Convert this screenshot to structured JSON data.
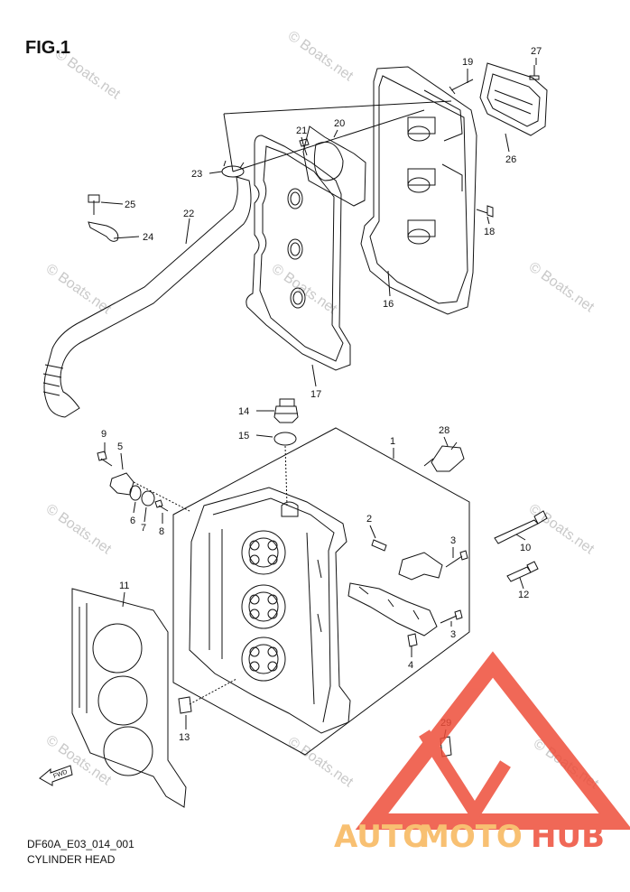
{
  "figure": {
    "title": "FIG.1",
    "code": "DF60A_E03_014_001",
    "caption": "CYLINDER HEAD",
    "fwd_label": "FWD"
  },
  "watermark": {
    "text": "© Boats.net"
  },
  "brand": {
    "word_part1": "AUTO",
    "word_part2": "MOTO",
    "word_part3": "HUB",
    "color_light": "#f7b65a",
    "color_dark": "#ee4e3a"
  },
  "callouts": [
    "1",
    "2",
    "3",
    "3",
    "4",
    "5",
    "6",
    "7",
    "8",
    "9",
    "10",
    "11",
    "12",
    "13",
    "14",
    "15",
    "16",
    "17",
    "18",
    "19",
    "20",
    "21",
    "22",
    "23",
    "24",
    "25",
    "26",
    "27",
    "28",
    "29"
  ]
}
